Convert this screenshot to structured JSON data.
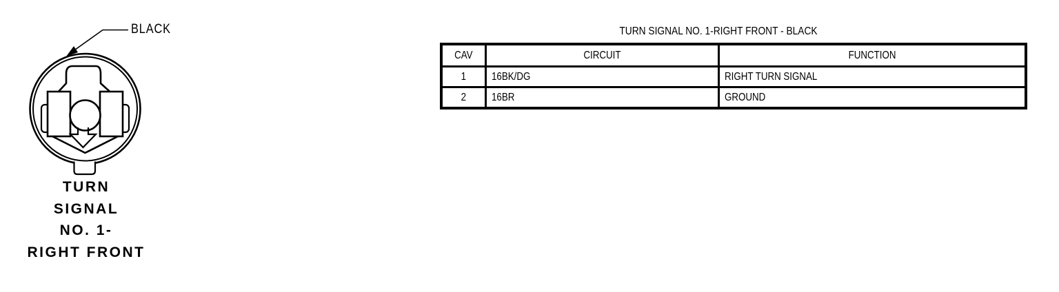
{
  "diagram": {
    "connector_color_label": "BLACK",
    "caption_lines": [
      "TURN",
      "SIGNAL",
      "NO. 1-",
      "RIGHT FRONT"
    ],
    "description": "2-cavity round connector face view"
  },
  "table": {
    "title": "TURN SIGNAL NO. 1-RIGHT FRONT - BLACK",
    "columns": [
      "CAV",
      "CIRCUIT",
      "FUNCTION"
    ],
    "rows": [
      {
        "cav": "1",
        "circuit": "16BK/DG",
        "function": "RIGHT TURN SIGNAL"
      },
      {
        "cav": "2",
        "circuit": "16BR",
        "function": "GROUND"
      }
    ]
  },
  "colors": {
    "line": "#000000",
    "background": "#ffffff"
  }
}
